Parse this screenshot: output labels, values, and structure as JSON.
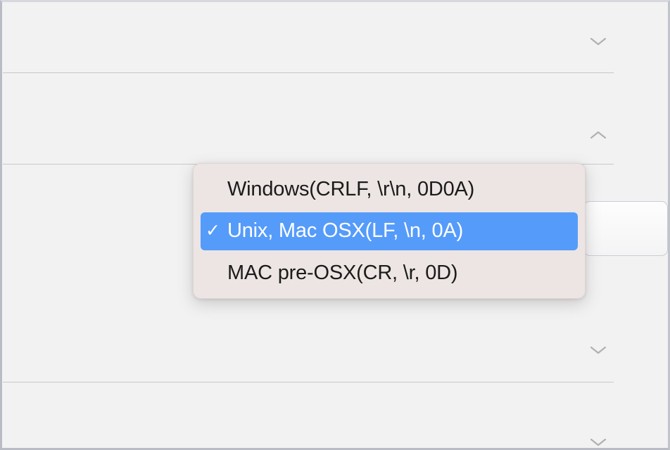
{
  "window": {
    "background_color": "#f2f2f2",
    "frame_color": "#000000"
  },
  "settings_list": {
    "rows": [
      {
        "name": "row-1",
        "chevron": "chevron-down-icon",
        "chevron_state": "collapsed"
      },
      {
        "name": "row-2",
        "chevron": "chevron-up-icon",
        "chevron_state": "expanded"
      },
      {
        "name": "row-3",
        "chevron": "chevron-down-icon",
        "chevron_state": "collapsed"
      },
      {
        "name": "row-4",
        "chevron": "chevron-down-icon",
        "chevron_state": "collapsed"
      }
    ]
  },
  "line_ending_select": {
    "name": "line-ending-select",
    "state": "open"
  },
  "line_ending_menu": {
    "accent_color": "#559bfa",
    "panel_color": "#ece5e3",
    "text_color": "#1b1b1b",
    "selected_index": 1,
    "check_glyph": "✓",
    "items": [
      {
        "label": "Windows(CRLF, \\r\\n, 0D0A)",
        "selected": false
      },
      {
        "label": "Unix, Mac OSX(LF, \\n, 0A)",
        "selected": true
      },
      {
        "label": "MAC pre-OSX(CR, \\r, 0D)",
        "selected": false
      }
    ]
  }
}
